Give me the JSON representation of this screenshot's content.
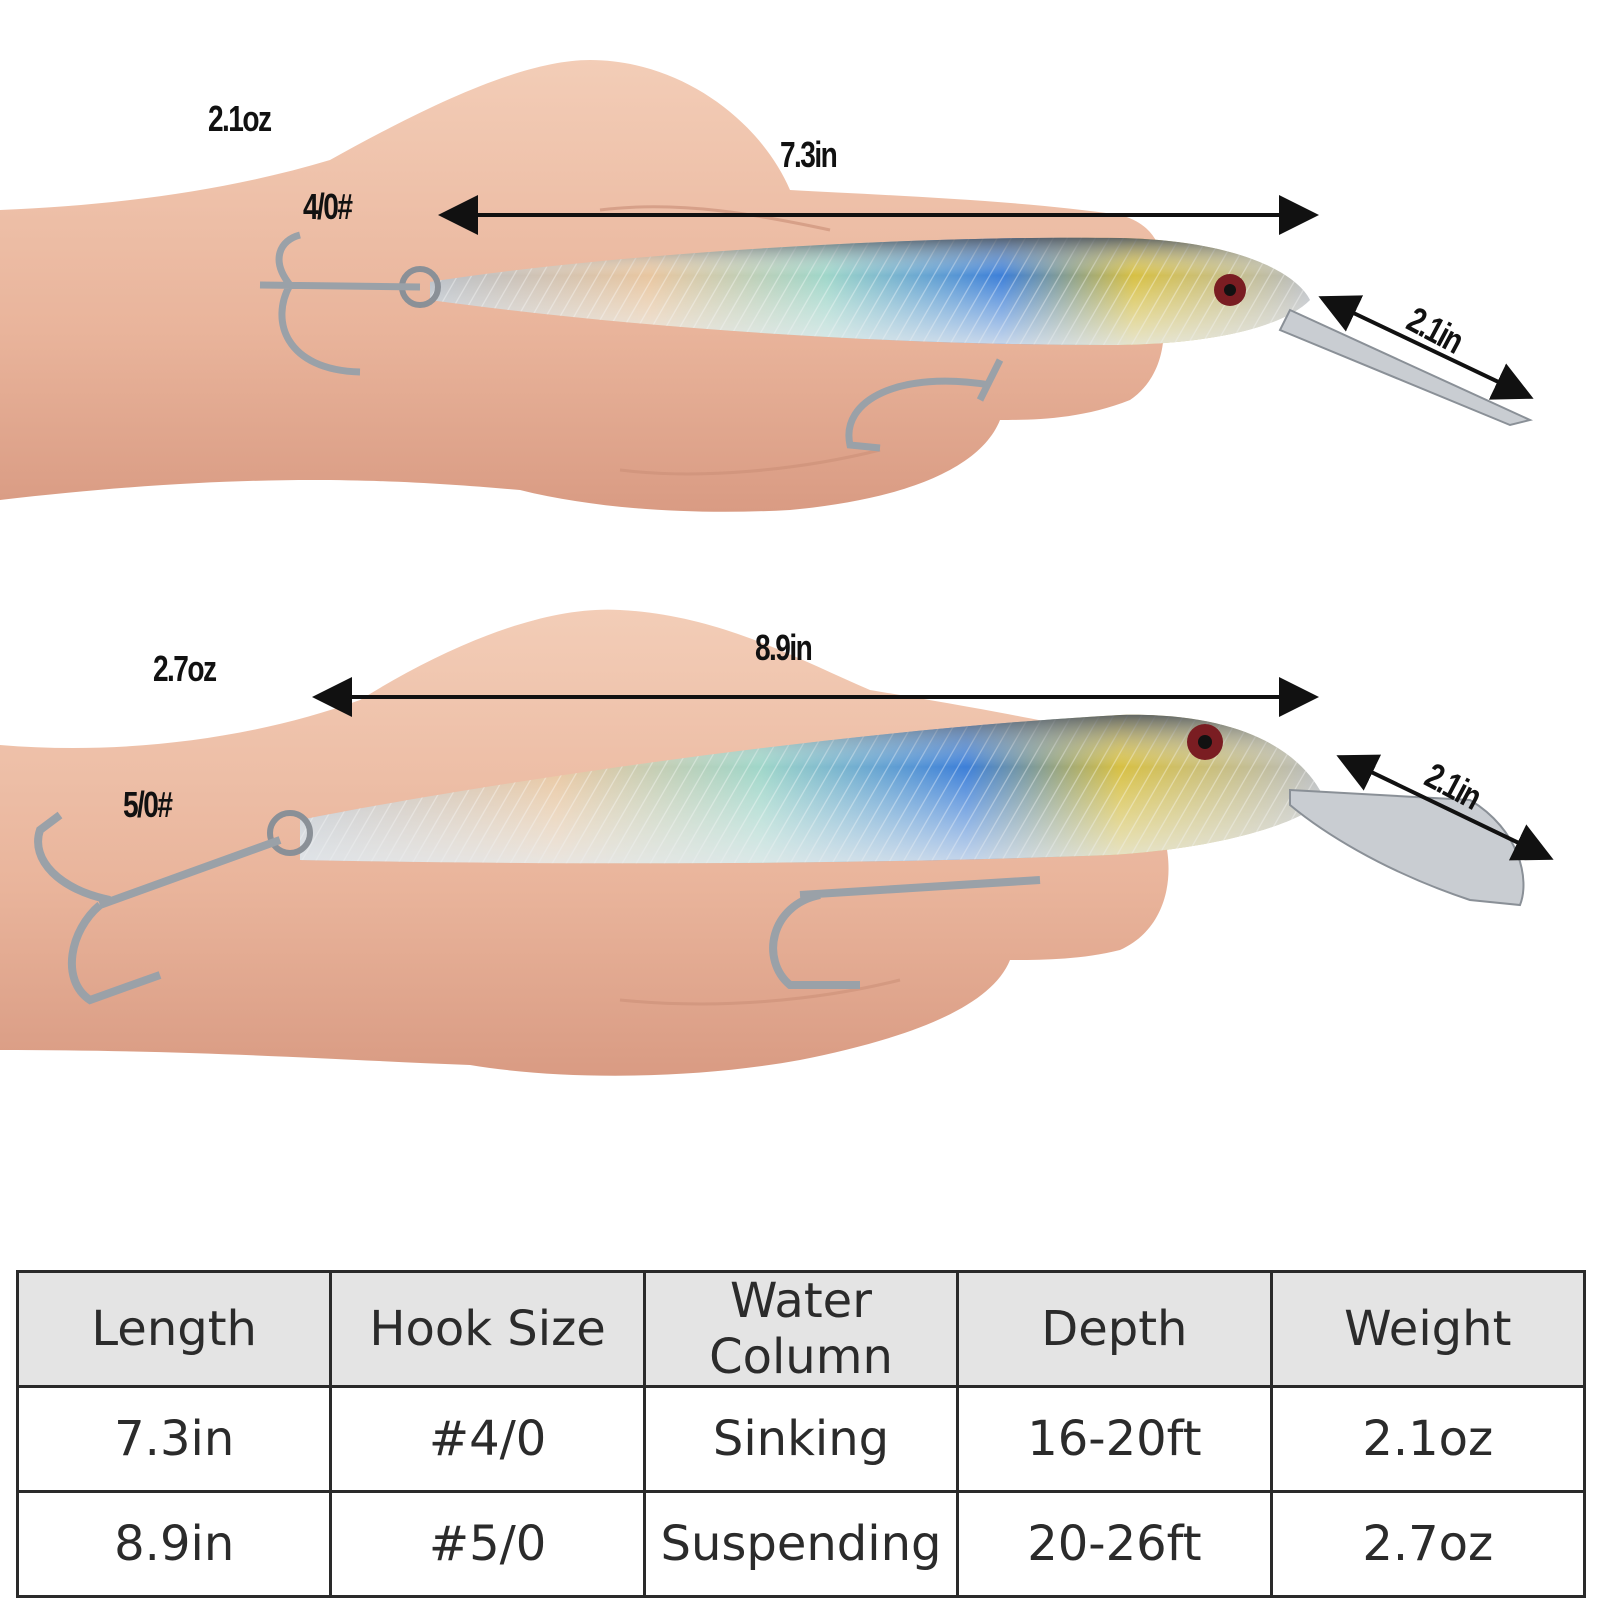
{
  "lures": [
    {
      "weight": "2.1oz",
      "hook": "4/0#",
      "length": "7.3in",
      "lip_length": "2.1in"
    },
    {
      "weight": "2.7oz",
      "hook": "5/0#",
      "length": "8.9in",
      "lip_length": "2.1in"
    }
  ],
  "table": {
    "headers": [
      "Length",
      "Hook Size",
      "Water Column",
      "Depth",
      "Weight"
    ],
    "rows": [
      [
        "7.3in",
        "#4/0",
        "Sinking",
        "16-20ft",
        "2.1oz"
      ],
      [
        "8.9in",
        "#5/0",
        "Suspending",
        "20-26ft",
        "2.7oz"
      ]
    ]
  }
}
